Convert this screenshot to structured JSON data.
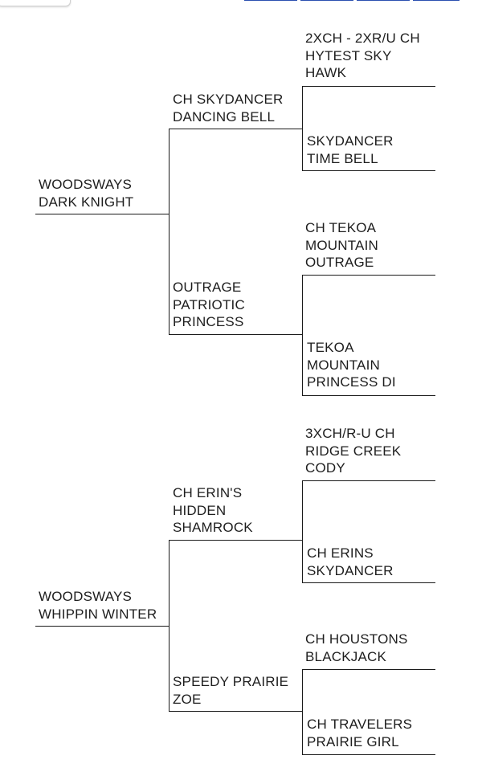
{
  "pedigrees": [
    {
      "subject": "WOODSWAYS\nDARK KNIGHT",
      "sire": "CH SKYDANCER\nDANCING BELL",
      "dam": "OUTRAGE\nPATRIOTIC\nPRINCESS",
      "sire_sire": "2XCH - 2XR/U CH\nHYTEST SKY\nHAWK",
      "sire_dam": "SKYDANCER\nTIME BELL",
      "dam_sire": "CH TEKOA\nMOUNTAIN\nOUTRAGE",
      "dam_dam": "TEKOA\nMOUNTAIN\nPRINCESS DI"
    },
    {
      "subject": "WOODSWAYS\nWHIPPIN WINTER",
      "sire": "CH ERIN'S\nHIDDEN\nSHAMROCK",
      "dam": "SPEEDY PRAIRIE\nZOE",
      "sire_sire": "3XCH/R-U CH\nRIDGE CREEK\nCODY",
      "sire_dam": "CH ERINS\nSKYDANCER",
      "dam_sire": "CH HOUSTONS\nBLACKJACK",
      "dam_dam": "CH TRAVELERS\nPRAIRIE GIRL"
    }
  ]
}
